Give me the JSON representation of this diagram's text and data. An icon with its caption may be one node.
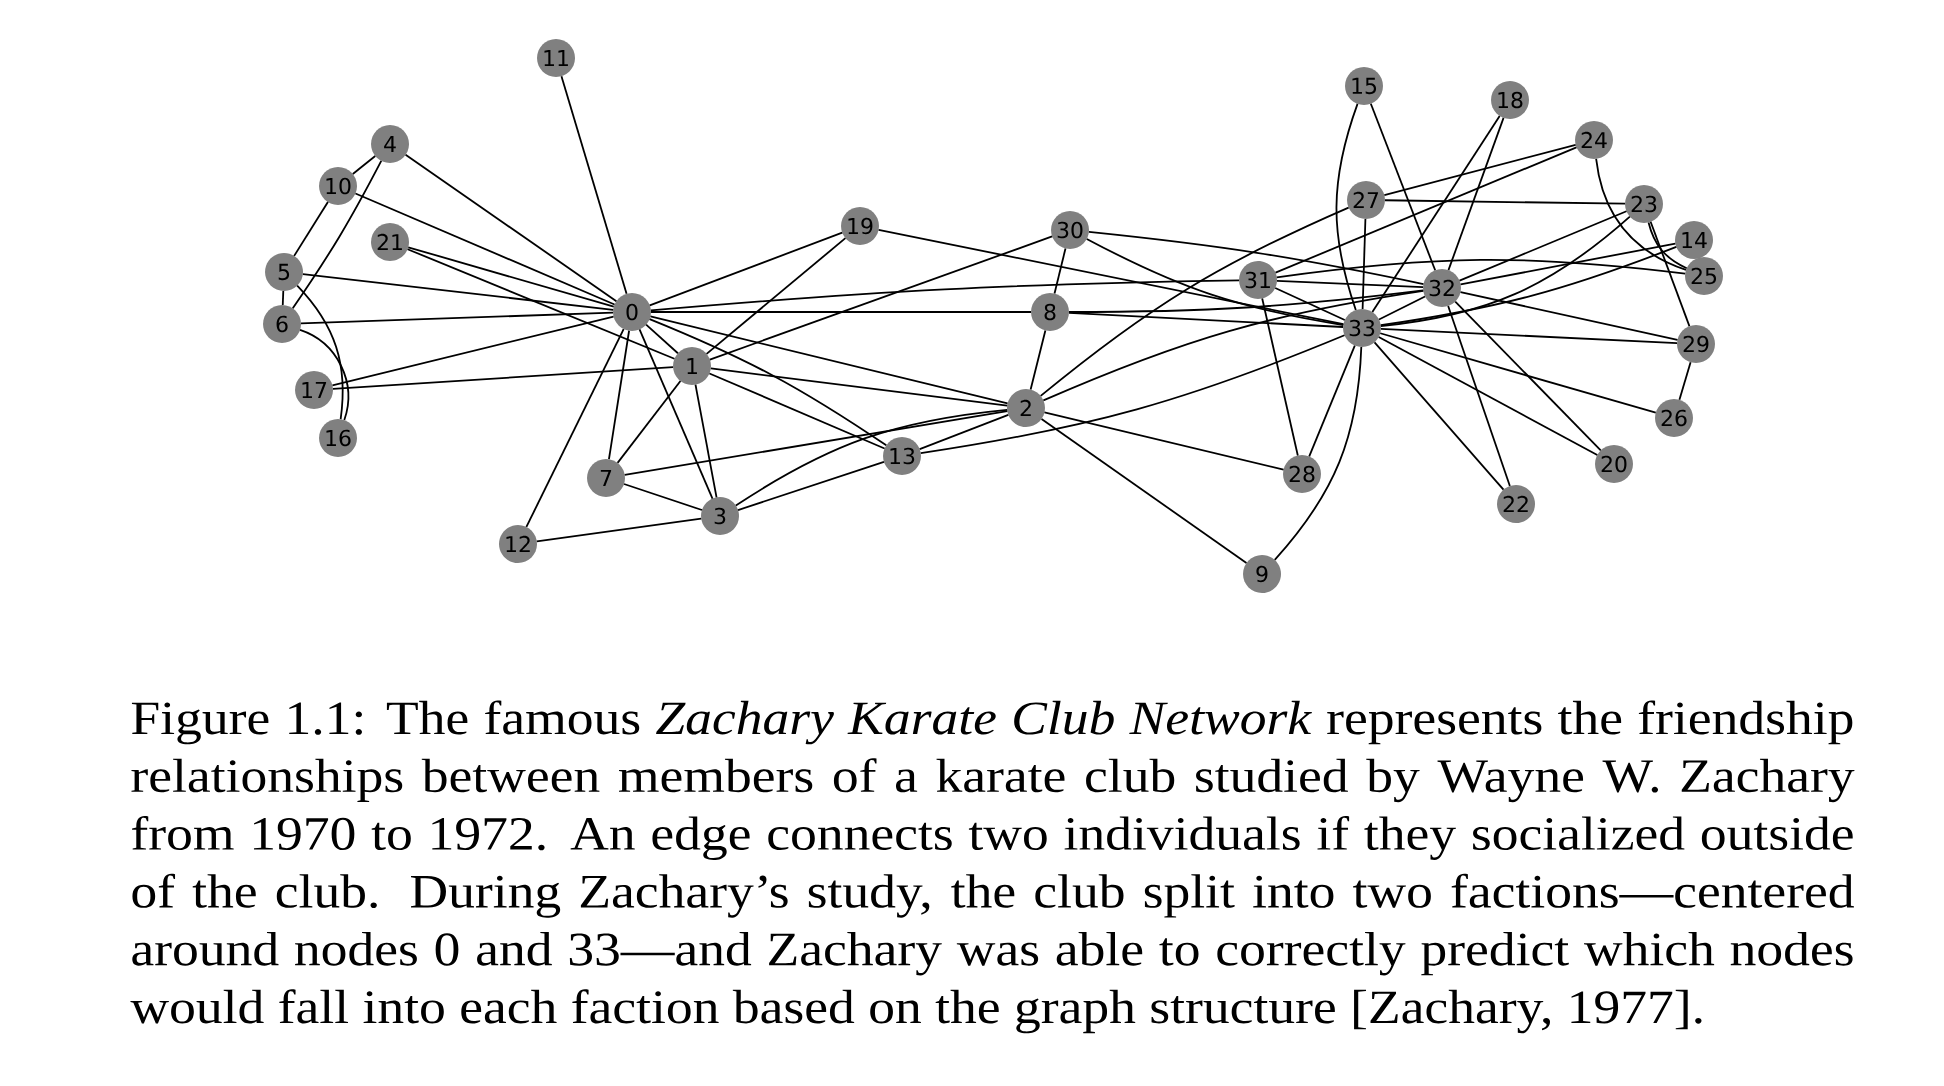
{
  "diagram": {
    "nodes": [
      {
        "text": [
          "0"
        ]
      },
      {
        "text": [
          "1"
        ]
      },
      {
        "text": [
          "2"
        ]
      },
      {
        "text": [
          "3"
        ]
      },
      {
        "text": [
          "4"
        ]
      },
      {
        "text": [
          "5"
        ]
      },
      {
        "text": [
          "6"
        ]
      },
      {
        "text": [
          "7"
        ]
      },
      {
        "text": [
          "8"
        ]
      },
      {
        "text": [
          "9"
        ]
      },
      {
        "text": [
          "10"
        ]
      },
      {
        "text": [
          "11"
        ]
      },
      {
        "text": [
          "12"
        ]
      },
      {
        "text": [
          "13"
        ]
      },
      {
        "text": [
          "14"
        ]
      },
      {
        "text": [
          "15"
        ]
      },
      {
        "text": [
          "16"
        ]
      },
      {
        "text": [
          "17"
        ]
      },
      {
        "text": [
          "18"
        ]
      },
      {
        "text": [
          "19"
        ]
      },
      {
        "text": [
          "20"
        ]
      },
      {
        "text": [
          "21"
        ]
      },
      {
        "text": [
          "22"
        ]
      },
      {
        "text": [
          "23"
        ]
      },
      {
        "text": [
          "24"
        ]
      },
      {
        "text": [
          "25"
        ]
      },
      {
        "text": [
          "26"
        ]
      },
      {
        "text": [
          "27"
        ]
      },
      {
        "text": [
          "28"
        ]
      },
      {
        "text": [
          "29"
        ]
      },
      {
        "text": [
          "30"
        ]
      },
      {
        "text": [
          "31"
        ]
      },
      {
        "text": [
          "32"
        ]
      },
      {
        "text": [
          "33"
        ]
      }
    ],
    "edges": [
      {
        "from": 0,
        "to": 1,
        "arrow": "none"
      },
      {
        "from": 0,
        "to": 2,
        "arrow": "none"
      },
      {
        "from": 0,
        "to": 3,
        "arrow": "none"
      },
      {
        "from": 0,
        "to": 4,
        "arrow": "none"
      },
      {
        "from": 0,
        "to": 5,
        "arrow": "none"
      },
      {
        "from": 0,
        "to": 6,
        "arrow": "none"
      },
      {
        "from": 0,
        "to": 7,
        "arrow": "none"
      },
      {
        "from": 0,
        "to": 8,
        "arrow": "none"
      },
      {
        "from": 0,
        "to": 10,
        "arrow": "none"
      },
      {
        "from": 0,
        "to": 11,
        "arrow": "none"
      },
      {
        "from": 0,
        "to": 12,
        "arrow": "none"
      },
      {
        "from": 0,
        "to": 13,
        "arrow": "none"
      },
      {
        "from": 0,
        "to": 17,
        "arrow": "none"
      },
      {
        "from": 0,
        "to": 19,
        "arrow": "none"
      },
      {
        "from": 0,
        "to": 21,
        "arrow": "none"
      },
      {
        "from": 0,
        "to": 31,
        "arrow": "none"
      },
      {
        "from": 1,
        "to": 2,
        "arrow": "none"
      },
      {
        "from": 1,
        "to": 3,
        "arrow": "none"
      },
      {
        "from": 1,
        "to": 7,
        "arrow": "none"
      },
      {
        "from": 1,
        "to": 13,
        "arrow": "none"
      },
      {
        "from": 1,
        "to": 17,
        "arrow": "none"
      },
      {
        "from": 1,
        "to": 19,
        "arrow": "none"
      },
      {
        "from": 1,
        "to": 21,
        "arrow": "none"
      },
      {
        "from": 1,
        "to": 30,
        "arrow": "none"
      },
      {
        "from": 2,
        "to": 3,
        "arrow": "none"
      },
      {
        "from": 2,
        "to": 7,
        "arrow": "none"
      },
      {
        "from": 2,
        "to": 8,
        "arrow": "none"
      },
      {
        "from": 2,
        "to": 9,
        "arrow": "none"
      },
      {
        "from": 2,
        "to": 13,
        "arrow": "none"
      },
      {
        "from": 2,
        "to": 27,
        "arrow": "none"
      },
      {
        "from": 2,
        "to": 28,
        "arrow": "none"
      },
      {
        "from": 2,
        "to": 32,
        "arrow": "none"
      },
      {
        "from": 3,
        "to": 7,
        "arrow": "none"
      },
      {
        "from": 3,
        "to": 12,
        "arrow": "none"
      },
      {
        "from": 3,
        "to": 13,
        "arrow": "none"
      },
      {
        "from": 4,
        "to": 6,
        "arrow": "none"
      },
      {
        "from": 4,
        "to": 10,
        "arrow": "none"
      },
      {
        "from": 5,
        "to": 6,
        "arrow": "none"
      },
      {
        "from": 5,
        "to": 10,
        "arrow": "none"
      },
      {
        "from": 5,
        "to": 16,
        "arrow": "none"
      },
      {
        "from": 6,
        "to": 16,
        "arrow": "none"
      },
      {
        "from": 8,
        "to": 30,
        "arrow": "none"
      },
      {
        "from": 8,
        "to": 32,
        "arrow": "none"
      },
      {
        "from": 8,
        "to": 33,
        "arrow": "none"
      },
      {
        "from": 9,
        "to": 33,
        "arrow": "none"
      },
      {
        "from": 13,
        "to": 33,
        "arrow": "none"
      },
      {
        "from": 14,
        "to": 32,
        "arrow": "none"
      },
      {
        "from": 14,
        "to": 33,
        "arrow": "none"
      },
      {
        "from": 15,
        "to": 32,
        "arrow": "none"
      },
      {
        "from": 15,
        "to": 33,
        "arrow": "none"
      },
      {
        "from": 18,
        "to": 32,
        "arrow": "none"
      },
      {
        "from": 18,
        "to": 33,
        "arrow": "none"
      },
      {
        "from": 19,
        "to": 33,
        "arrow": "none"
      },
      {
        "from": 20,
        "to": 32,
        "arrow": "none"
      },
      {
        "from": 20,
        "to": 33,
        "arrow": "none"
      },
      {
        "from": 22,
        "to": 32,
        "arrow": "none"
      },
      {
        "from": 22,
        "to": 33,
        "arrow": "none"
      },
      {
        "from": 23,
        "to": 25,
        "arrow": "none"
      },
      {
        "from": 23,
        "to": 27,
        "arrow": "none"
      },
      {
        "from": 23,
        "to": 29,
        "arrow": "none"
      },
      {
        "from": 23,
        "to": 32,
        "arrow": "none"
      },
      {
        "from": 23,
        "to": 33,
        "arrow": "none"
      },
      {
        "from": 24,
        "to": 25,
        "arrow": "none"
      },
      {
        "from": 24,
        "to": 27,
        "arrow": "none"
      },
      {
        "from": 24,
        "to": 31,
        "arrow": "none"
      },
      {
        "from": 25,
        "to": 31,
        "arrow": "none"
      },
      {
        "from": 26,
        "to": 29,
        "arrow": "none"
      },
      {
        "from": 26,
        "to": 33,
        "arrow": "none"
      },
      {
        "from": 27,
        "to": 33,
        "arrow": "none"
      },
      {
        "from": 28,
        "to": 31,
        "arrow": "none"
      },
      {
        "from": 28,
        "to": 33,
        "arrow": "none"
      },
      {
        "from": 29,
        "to": 32,
        "arrow": "none"
      },
      {
        "from": 29,
        "to": 33,
        "arrow": "none"
      },
      {
        "from": 30,
        "to": 32,
        "arrow": "none"
      },
      {
        "from": 30,
        "to": 33,
        "arrow": "none"
      },
      {
        "from": 31,
        "to": 32,
        "arrow": "none"
      },
      {
        "from": 31,
        "to": 33,
        "arrow": "none"
      },
      {
        "from": 32,
        "to": 33,
        "arrow": "none"
      }
    ],
    "caption": "Figure 1.1: The famous *Zachary Karate Club Network* represents the friendship relationships between members of a karate club studied by Wayne W. Zachary from 1970 to 1972. An edge connects two individuals if they socialized outside of the club. During Zachary’s study, the club split into two factions—centered around nodes 0 and 33—and Zachary was able to correctly predict which nodes would fall into each faction based on the graph structure [Zachary, 1977]."
  }
}
